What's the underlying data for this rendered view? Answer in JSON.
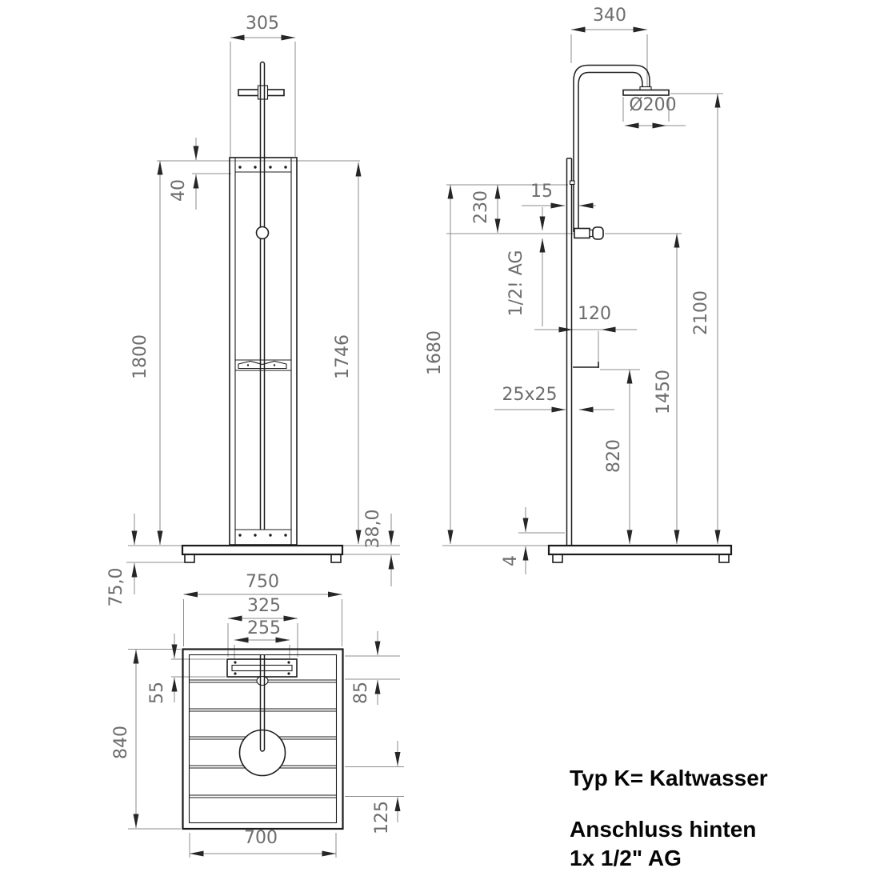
{
  "drawing_title": "Freestanding shower technical drawing",
  "front": {
    "width": "305",
    "inset": "40",
    "height_total": "1800",
    "height_inner": "1746",
    "base_thickness": "38,0",
    "base_height": "75,0"
  },
  "side": {
    "overhang": "340",
    "head_diameter": "Ø200",
    "head_drop": "230",
    "pipe_offset": "15",
    "thread": "1/2! AG",
    "outlet_depth": "120",
    "total_height": "2100",
    "riser_height": "1680",
    "valve_height": "1450",
    "post_profile": "25x25",
    "outlet_height": "820",
    "plate_offset": "4"
  },
  "top": {
    "width": "750",
    "bracket_width": "325",
    "hole_spacing": "255",
    "bracket_depth": "55",
    "edge_offset": "85",
    "depth": "840",
    "slat_offset": "125",
    "inner_width": "700"
  },
  "notes": {
    "type_label": "Typ K= Kaltwasser",
    "connection_line1": "Anschluss hinten",
    "connection_line2": "1x 1/2\" AG"
  }
}
